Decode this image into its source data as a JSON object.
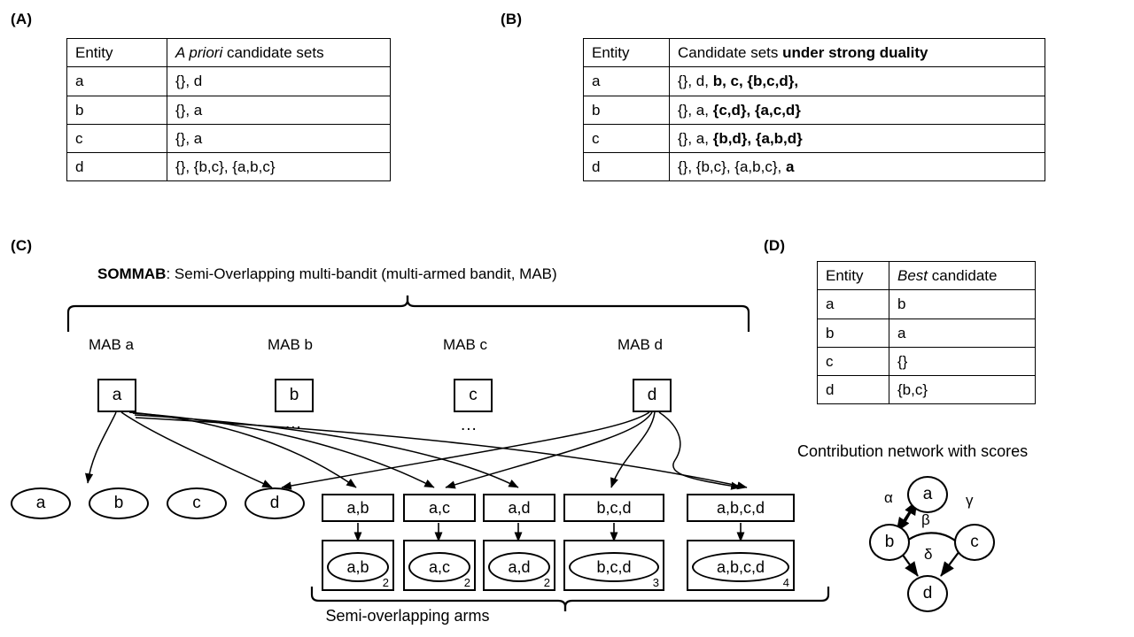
{
  "panels": {
    "a": {
      "label": "(A)"
    },
    "b": {
      "label": "(B)"
    },
    "c": {
      "label": "(C)"
    },
    "d": {
      "label": "(D)"
    }
  },
  "table_a": {
    "headers": [
      "Entity",
      "A priori candidate sets"
    ],
    "header_italic_prefix": "A priori",
    "header_rest": " candidate sets",
    "rows": [
      {
        "entity": "a",
        "sets": "{}, d"
      },
      {
        "entity": "b",
        "sets": "{}, a"
      },
      {
        "entity": "c",
        "sets": "{}, a"
      },
      {
        "entity": "d",
        "sets": "{}, {b,c}, {a,b,c}"
      }
    ]
  },
  "table_b": {
    "headers": [
      "Entity",
      "Candidate sets under strong duality"
    ],
    "header_plain": "Candidate sets ",
    "header_bold": "under strong duality",
    "rows": [
      {
        "entity": "a",
        "plain": "{}, d, ",
        "bold": "b, c, {b,c,d},",
        "tail": ""
      },
      {
        "entity": "b",
        "plain": "{}, a, ",
        "bold": "{c,d}, {a,c,d}",
        "tail": ""
      },
      {
        "entity": "c",
        "plain": "{}, a, ",
        "bold": "{b,d}, {a,b,d}",
        "tail": ""
      },
      {
        "entity": "d",
        "plain": "{}, {b,c}, {a,b,c}, ",
        "bold": "a",
        "tail": ""
      }
    ]
  },
  "table_d": {
    "headers": [
      "Entity",
      "Best candidate"
    ],
    "header_italic_prefix": "Best",
    "header_rest": " candidate",
    "rows": [
      {
        "entity": "a",
        "best": "b"
      },
      {
        "entity": "b",
        "best": "a"
      },
      {
        "entity": "c",
        "best": "{}"
      },
      {
        "entity": "d",
        "best": "{b,c}"
      }
    ]
  },
  "panel_c": {
    "title_bold": "SOMMAB",
    "title_rest": ": Semi-Overlapping multi-bandit (multi-armed bandit, MAB)",
    "mab_labels": [
      "MAB a",
      "MAB b",
      "MAB c",
      "MAB d"
    ],
    "mab_boxes": [
      "a",
      "b",
      "c",
      "d"
    ],
    "ellipsis": [
      "...",
      "..."
    ],
    "single_arms": [
      "a",
      "b",
      "c",
      "d"
    ],
    "overlap_arms": [
      {
        "label": "a,b",
        "count": "2"
      },
      {
        "label": "a,c",
        "count": "2"
      },
      {
        "label": "a,d",
        "count": "2"
      },
      {
        "label": "b,c,d",
        "count": "3"
      },
      {
        "label": "a,b,c,d",
        "count": "4"
      }
    ],
    "brace_caption": "Semi-overlapping arms"
  },
  "panel_d": {
    "network_caption": "Contribution network with scores",
    "network_nodes": [
      "a",
      "b",
      "c",
      "d"
    ],
    "network_scores": [
      "α",
      "β",
      "γ",
      "δ"
    ]
  },
  "colors": {
    "stroke": "#000000",
    "background": "#ffffff"
  }
}
